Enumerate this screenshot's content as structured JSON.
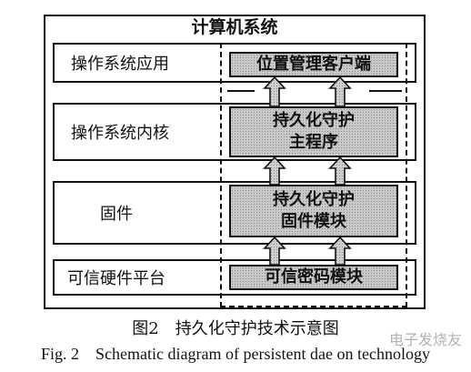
{
  "system_title": "计算机系统",
  "layers": [
    {
      "id": "app",
      "label": "操作系统应用",
      "module": "位置管理客户端"
    },
    {
      "id": "kernel",
      "label": "操作系统内核",
      "module": "持久化守护\n主程序"
    },
    {
      "id": "firmware",
      "label": "固件",
      "module": "持久化守护\n固件模块"
    },
    {
      "id": "hardware",
      "label": "可信硬件平台",
      "module": "可信密码模块"
    }
  ],
  "caption_cn": "图2　持久化守护技术示意图",
  "caption_en": "Fig. 2　Schematic diagram of persistent dae  on technology",
  "watermark": "电子发烧友"
}
